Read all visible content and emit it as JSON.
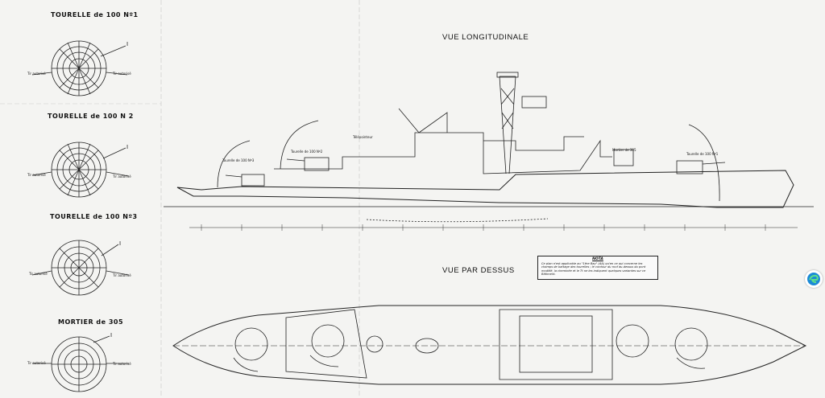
{
  "titles": {
    "tourelle1": "TOURELLE de 100 Nº1",
    "tourelle2": "TOURELLE de 100 N 2",
    "tourelle3": "TOURELLE de 100 Nº3",
    "mortier": "MORTIER de 305",
    "vue_longitudinale": "VUE LONGITUDINALE",
    "vue_par_dessus": "VUE PAR DESSUS"
  },
  "dial_labels": {
    "left": "Tir autorisé",
    "right": "Tir autorisé",
    "mark": "I"
  },
  "side_labels": {
    "t3": "Tourelle de 100 Nº3",
    "t2": "Tourelle de 100 Nº2",
    "projecteur": "Télépointeur",
    "mortier": "Mortier de 305",
    "t1": "Tourelle de 100 Nº1"
  },
  "nota": {
    "title": "NOTA",
    "text": "Ce plan n'est applicable au \"1ère Bay\" (AA) qu'en ce qui concerne les champs de battage des tourelles ; le contour du roof au-dessus du pont modifié, la cheminée et le Tt ne les indiquent quelques variantes sur ce Bâtiment."
  },
  "icons": [
    "edge-browser-icon"
  ]
}
